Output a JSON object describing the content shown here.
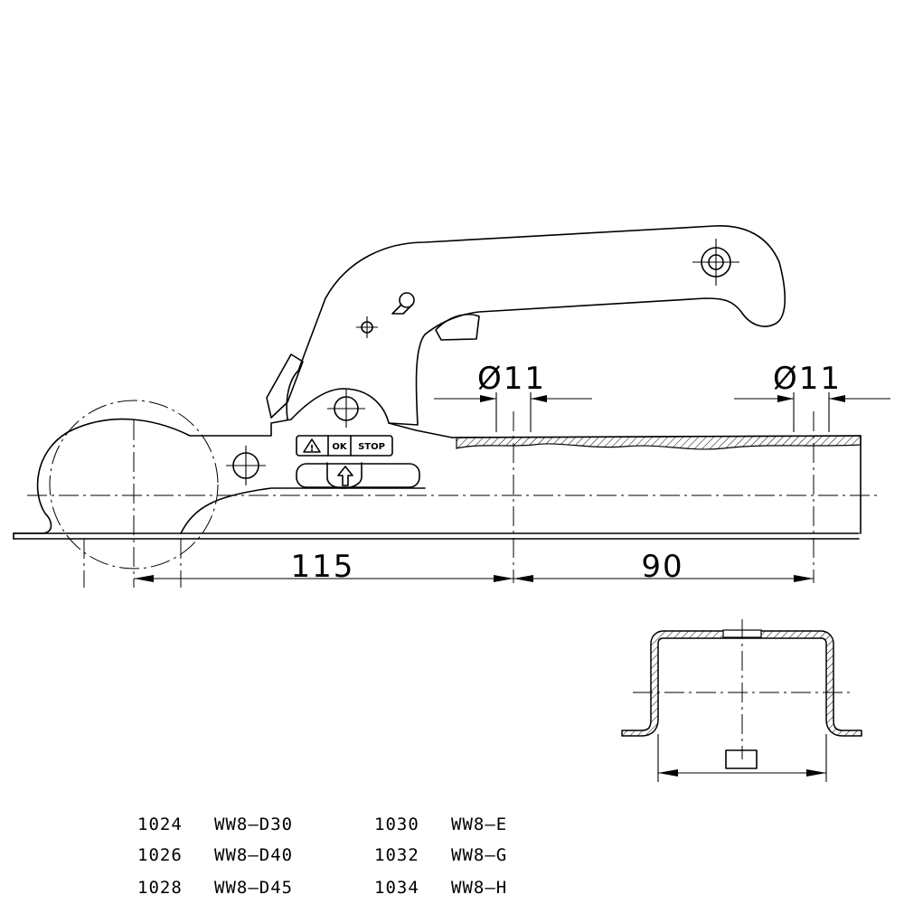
{
  "dimensions": {
    "length_a": "115",
    "length_b": "90",
    "hole_left": "Ø11",
    "hole_right": "Ø11"
  },
  "labels": {
    "warning_icon": "warning-triangle-icon",
    "ok": "OK",
    "stop": "STOP"
  },
  "parts": [
    {
      "code": "1024",
      "model": "WW8–D30"
    },
    {
      "code": "1026",
      "model": "WW8–D40"
    },
    {
      "code": "1028",
      "model": "WW8–D45"
    },
    {
      "code": "1030",
      "model": "WW8–E"
    },
    {
      "code": "1032",
      "model": "WW8–G"
    },
    {
      "code": "1034",
      "model": "WW8–H"
    }
  ]
}
